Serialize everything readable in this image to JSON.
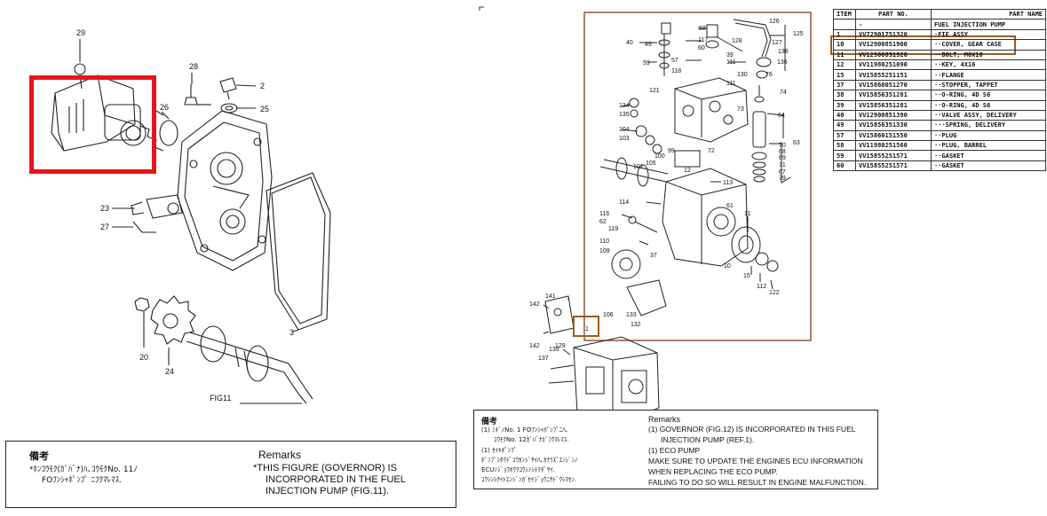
{
  "left": {
    "callouts": [
      "29",
      "28",
      "2",
      "25",
      "26",
      "23",
      "27",
      "3",
      "20",
      "24"
    ],
    "fig_label": "FIG11",
    "remarks": {
      "jp_title": "備考",
      "jp_lines": [
        "*ﾎﾝｺｳﾓｸ(ｶﾞﾊﾞﾅ)ﾊ､ｺｳﾓｸNo. 11ﾉ",
        "FOﾌﾝｼｬﾎﾟﾝﾌﾟ ﾆﾌｸﾏﾚﾏｽ."
      ],
      "en_title": "Remarks",
      "en_lines": [
        "*THIS FIGURE (GOVERNOR) IS",
        "INCORPORATED IN THE FUEL",
        "INJECTION PUMP (FIG.11)."
      ]
    },
    "highlight_color": "#e8141c"
  },
  "right": {
    "callouts": [
      "58",
      "126",
      "125",
      "40",
      "49",
      "117",
      "60",
      "128",
      "127",
      "138",
      "59",
      "57",
      "39",
      "111",
      "136",
      "118",
      "130",
      "76",
      "111",
      "74",
      "121",
      "134",
      "135",
      "73",
      "64",
      "104",
      "103",
      "100",
      "99",
      "72",
      "101",
      "105",
      "12",
      "70",
      "68",
      "69",
      "71",
      "67",
      "79",
      "63",
      "113",
      "114",
      "61",
      "116",
      "62",
      "119",
      "11",
      "110",
      "109",
      "37",
      "10",
      "15",
      "112",
      "122",
      "141",
      "142",
      "106",
      "133",
      "132",
      "1",
      "142",
      "129",
      "139",
      "137"
    ],
    "table": {
      "headers": [
        "ITEM",
        "PART NO.",
        "PART NAME"
      ],
      "rows": [
        [
          "",
          "-",
          "FUEL INJECTION PUMP"
        ],
        [
          "1",
          "VV72901751320",
          "·FIE ASSY"
        ],
        [
          "10",
          "VV12900851900",
          "··COVER, GEAR CASE"
        ],
        [
          "11",
          "VV12900851920",
          "··BOLT, M6X10"
        ],
        [
          "12",
          "VV11980251090",
          "··KEY, 4X16"
        ],
        [
          "15",
          "VV15855251151",
          "··FLANGE"
        ],
        [
          "37",
          "VV15860051270",
          "··STOPPER, TAPPET"
        ],
        [
          "38",
          "VV15856351281",
          "··O-RING, 4D S6"
        ],
        [
          "39",
          "VV15856351281",
          "··O-RING, 4D S6"
        ],
        [
          "40",
          "VV12900851390",
          "··VALVE ASSY, DELIVERY"
        ],
        [
          "49",
          "VV15856351330",
          "···SPRING, DELIVERY"
        ],
        [
          "57",
          "VV15860151550",
          "··PLUG"
        ],
        [
          "58",
          "VV11980251560",
          "··PLUG, BARREL"
        ],
        [
          "59",
          "VV15855251571",
          "··GASKET"
        ],
        [
          "60",
          "VV15855251571",
          "··GASKET"
        ]
      ]
    },
    "remarks": {
      "jp_title": "備考",
      "jp_lines": [
        "(1) ﾐｷﾞﾉNo. 1 FOﾌﾝｼｬﾎﾟﾝﾌﾟﾆﾊ､",
        "ｺｳﾓｸNo. 12ｶﾞﾊﾞﾅｶﾞﾌｸﾏﾚﾏｽ.",
        "(1) ｾｲｷﾎﾟﾝﾌﾟ",
        "ﾎﾟﾝﾌﾟｼﾀｸﾃﾞｺｳｶﾝｼﾞｻｲﾊ､ｶﾅﾗｽﾞｴﾝｼﾞﾝﾉ",
        "ECUﾉｼﾞｮｳﾎｳｦｺｳｼﾝｼﾃｸﾀﾞｻｲ.",
        "ｺｳｼﾝｼﾅｲﾄｴﾝｼﾞﾝｶﾞｾｲｼﾞｮｳﾆｻﾄﾞｳｼﾏｾﾝ."
      ],
      "en_title": "Remarks",
      "en_lines": [
        "(1) GOVERNOR (FIG.12) IS INCORPORATED IN THIS FUEL",
        "INJECTION PUMP (REF.1).",
        "(1) ECO PUMP",
        "MAKE SURE TO UPDATE THE ENGINES ECU INFORMATION",
        "WHEN REPLACING THE ECO PUMP.",
        "FAILING TO DO SO WILL RESULT IN ENGINE MALFUNCTION."
      ]
    },
    "highlight_color": "#9a5b1e",
    "frame_color": "#8a4b2a"
  }
}
